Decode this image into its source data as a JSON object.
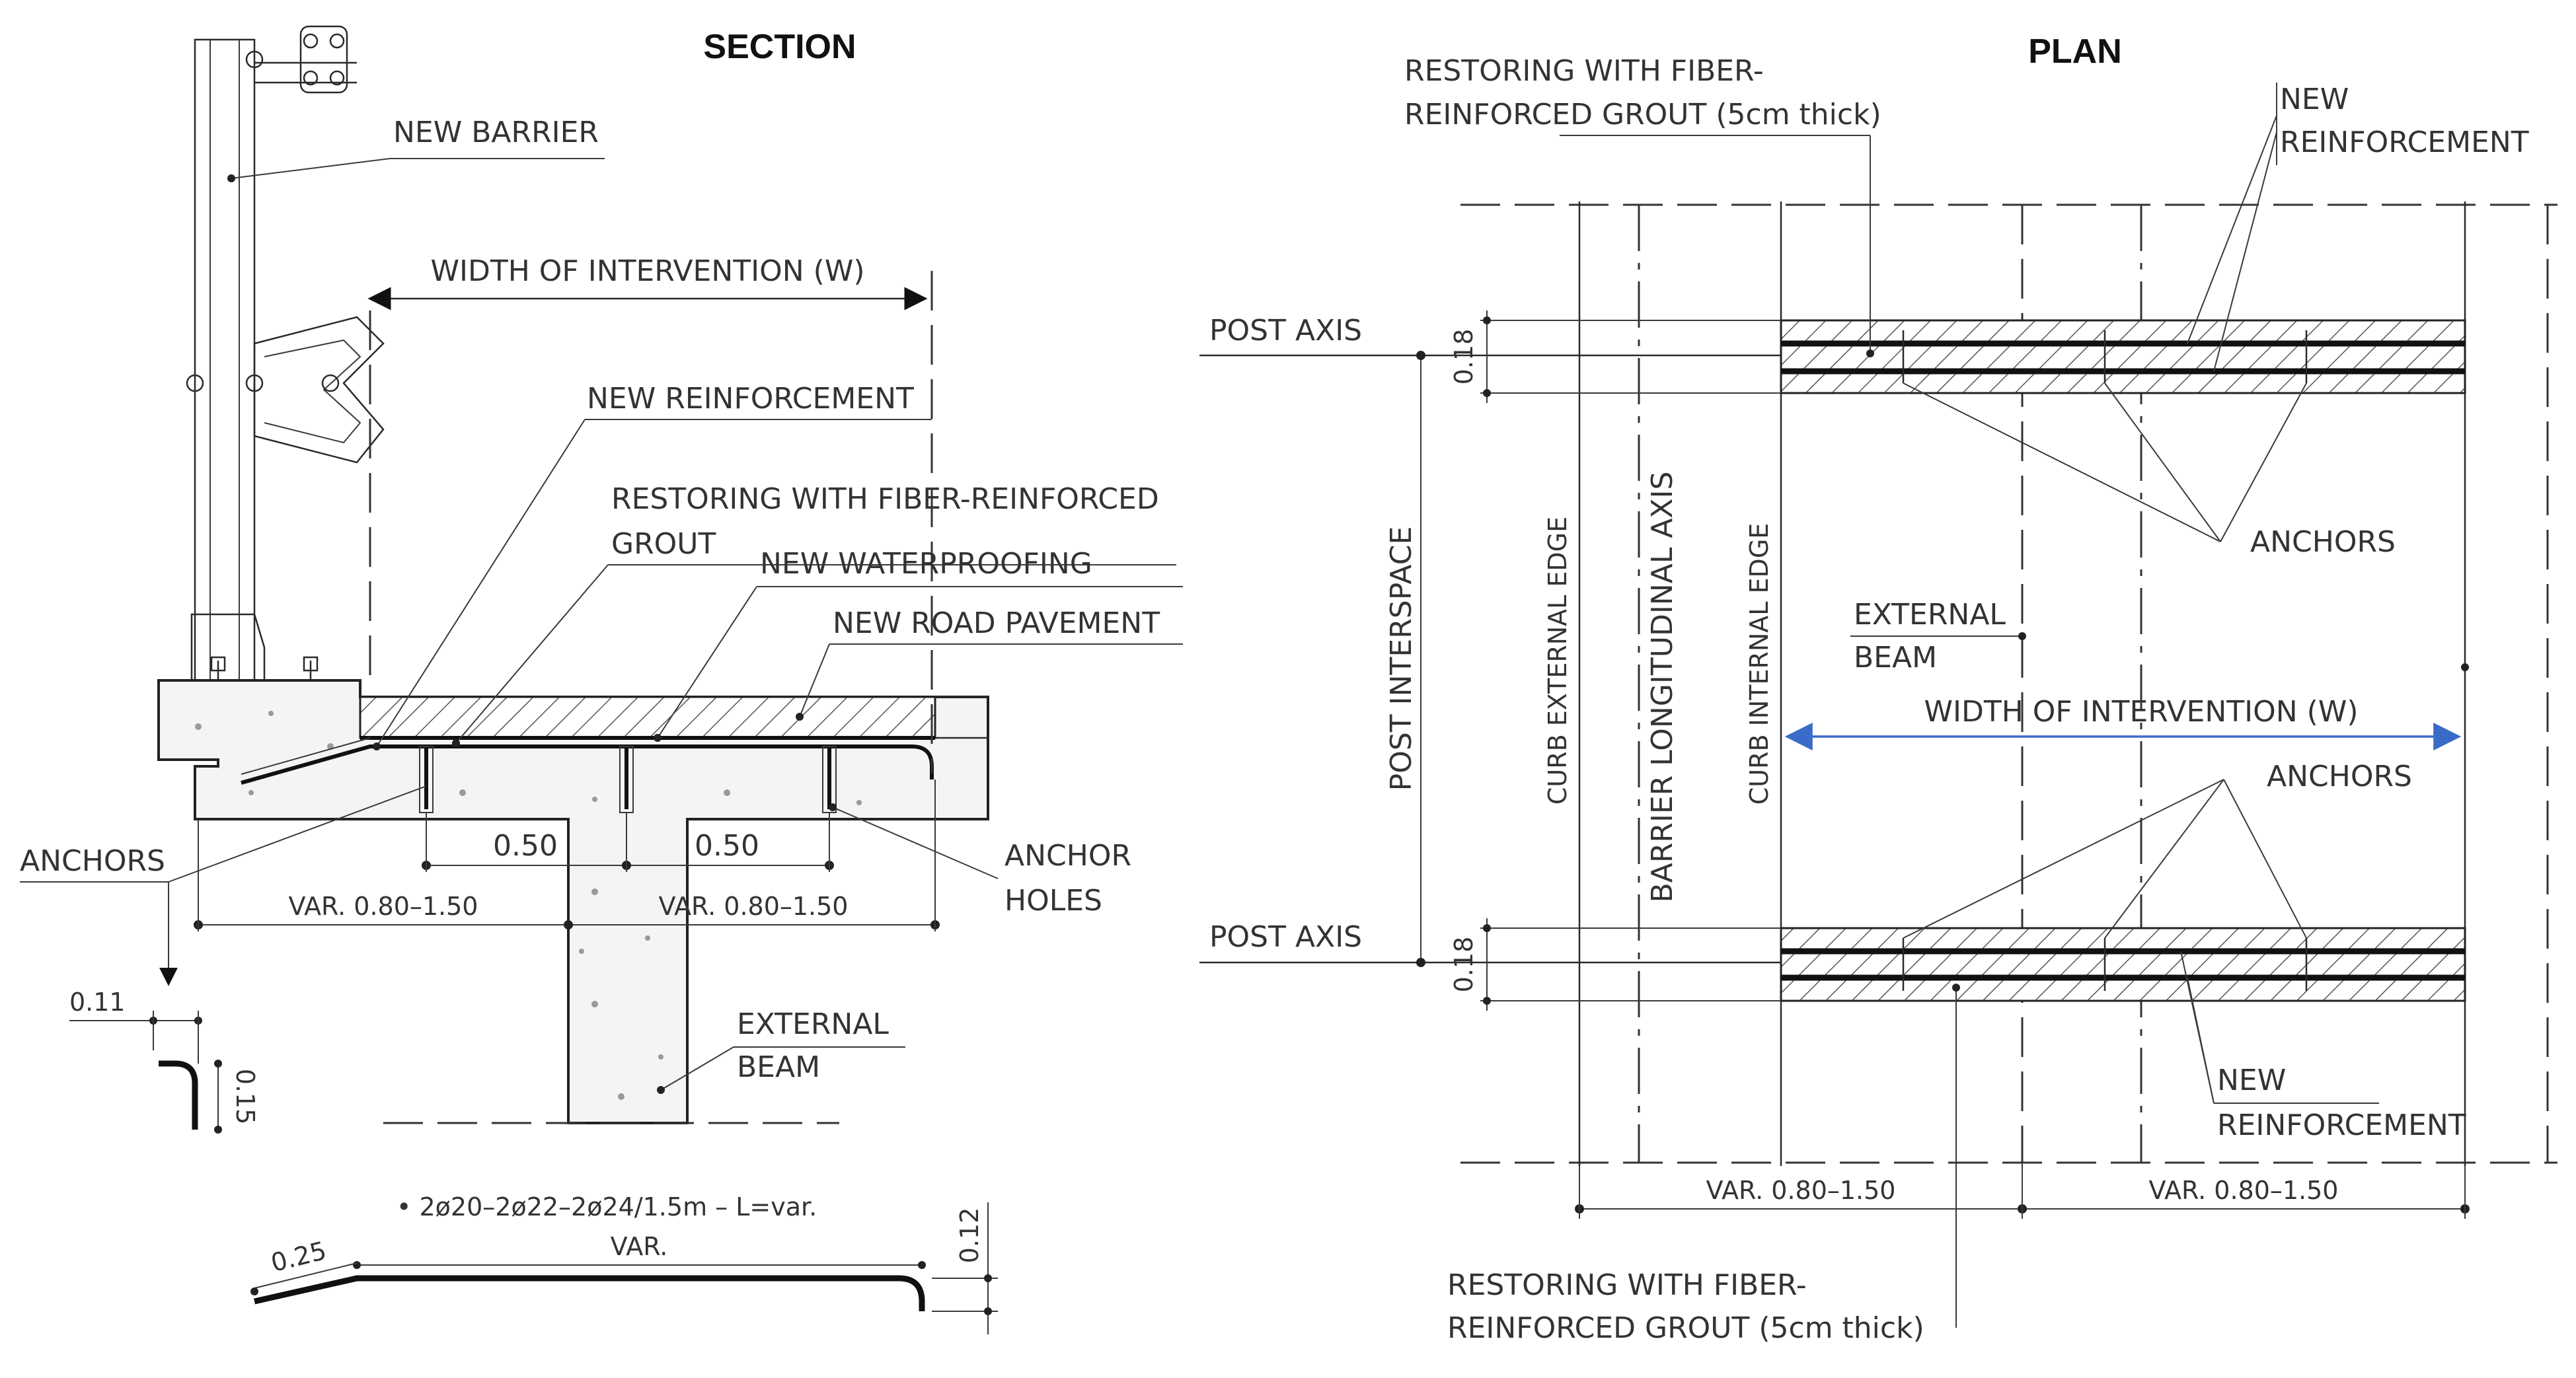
{
  "section": {
    "title": "SECTION",
    "labels": {
      "new_barrier": "NEW BARRIER",
      "width_of_intervention": "WIDTH OF INTERVENTION (W)",
      "new_reinforcement": "NEW REINFORCEMENT",
      "restoring_line1": "RESTORING WITH FIBER-REINFORCED",
      "restoring_line2": "GROUT",
      "new_waterproofing": "NEW WATERPROOFING",
      "new_road_pavement": "NEW ROAD PAVEMENT",
      "anchors": "ANCHORS",
      "anchor_holes_line1": "ANCHOR",
      "anchor_holes_line2": "HOLES",
      "external_beam_line1": "EXTERNAL",
      "external_beam_line2": "BEAM"
    },
    "dimensions": {
      "spacing_left": "0.50",
      "spacing_right": "0.50",
      "var_left": "VAR.  0.80–1.50",
      "var_right": "VAR.  0.80–1.50",
      "hook_width": "0.11",
      "hook_height": "0.15",
      "bend_length": "0.25",
      "bar_var": "VAR.",
      "end_height": "0.12"
    },
    "rebar_note": "•  2ø20–2ø22–2ø24/1.5m  –  L=var."
  },
  "plan": {
    "title": "PLAN",
    "labels": {
      "restoring_top_line1": "RESTORING WITH FIBER-",
      "restoring_top_line2": "REINFORCED GROUT (5cm thick)",
      "new_reinforcement_top_line1": "NEW",
      "new_reinforcement_top_line2": "REINFORCEMENT",
      "post_axis_top": "POST AXIS",
      "post_axis_bottom": "POST AXIS",
      "post_interspace": "POST INTERSPACE",
      "curb_external_edge": "CURB EXTERNAL EDGE",
      "barrier_longitudinal_axis": "BARRIER LONGITUDINAL AXIS",
      "curb_internal_edge": "CURB INTERNAL EDGE",
      "anchors_top": "ANCHORS",
      "anchors_bottom": "ANCHORS",
      "external_beam_line1": "EXTERNAL",
      "external_beam_line2": "BEAM",
      "width_of_intervention": "WIDTH OF INTERVENTION (W)",
      "new_reinforcement_bottom_line1": "NEW",
      "new_reinforcement_bottom_line2": "REINFORCEMENT",
      "restoring_bottom_line1": "RESTORING WITH FIBER-",
      "restoring_bottom_line2": "REINFORCED GROUT (5cm thick)"
    },
    "dimensions": {
      "strip_top": "0.18",
      "strip_bottom": "0.18",
      "var_left": "VAR.  0.80–1.50",
      "var_right": "VAR.  0.80–1.50"
    }
  },
  "colors": {
    "line": "#2a2a2a",
    "dimension_arrow_plan": "#3b6bc9"
  }
}
